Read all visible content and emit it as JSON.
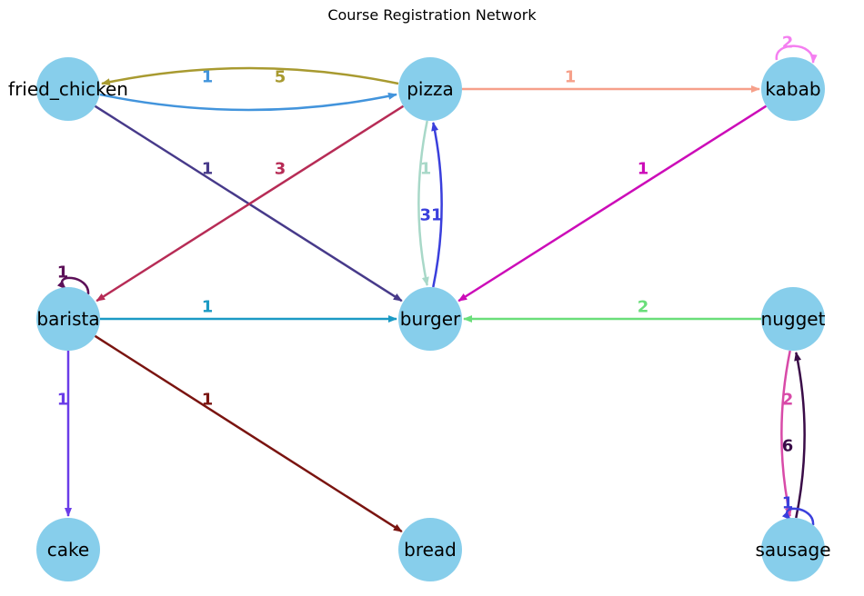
{
  "title": "Course Registration Network",
  "node_color": "#87ceeb",
  "nodes": [
    {
      "id": "fried_chicken",
      "label": "fried_chicken"
    },
    {
      "id": "pizza",
      "label": "pizza"
    },
    {
      "id": "kabab",
      "label": "kabab"
    },
    {
      "id": "barista",
      "label": "barista"
    },
    {
      "id": "burger",
      "label": "burger"
    },
    {
      "id": "nugget",
      "label": "nugget"
    },
    {
      "id": "cake",
      "label": "cake"
    },
    {
      "id": "bread",
      "label": "bread"
    },
    {
      "id": "sausage",
      "label": "sausage"
    }
  ],
  "edges": [
    {
      "source": "pizza",
      "target": "fried_chicken",
      "weight": "5",
      "color": "#a89a30"
    },
    {
      "source": "fried_chicken",
      "target": "pizza",
      "weight": "1",
      "color": "#4294dc"
    },
    {
      "source": "pizza",
      "target": "kabab",
      "weight": "1",
      "color": "#f6a08a"
    },
    {
      "source": "kabab",
      "target": "kabab",
      "weight": "2",
      "color": "#f47ff0"
    },
    {
      "source": "fried_chicken",
      "target": "burger",
      "weight": "1",
      "color": "#473a8a"
    },
    {
      "source": "pizza",
      "target": "barista",
      "weight": "3",
      "color": "#b72c56"
    },
    {
      "source": "pizza",
      "target": "burger",
      "weight": "1",
      "color": "#a8d8c8"
    },
    {
      "source": "burger",
      "target": "pizza",
      "weight": "31",
      "color": "#3a3fdc"
    },
    {
      "source": "kabab",
      "target": "burger",
      "weight": "1",
      "color": "#cc0cb8"
    },
    {
      "source": "barista",
      "target": "barista",
      "weight": "1",
      "color": "#5c1058"
    },
    {
      "source": "barista",
      "target": "burger",
      "weight": "1",
      "color": "#1b9ac4"
    },
    {
      "source": "nugget",
      "target": "burger",
      "weight": "2",
      "color": "#6ade7a"
    },
    {
      "source": "barista",
      "target": "cake",
      "weight": "1",
      "color": "#6a3ce8"
    },
    {
      "source": "barista",
      "target": "bread",
      "weight": "1",
      "color": "#7a1410"
    },
    {
      "source": "nugget",
      "target": "sausage",
      "weight": "2",
      "color": "#d84aa8"
    },
    {
      "source": "sausage",
      "target": "nugget",
      "weight": "6",
      "color": "#3a0c48"
    },
    {
      "source": "sausage",
      "target": "sausage",
      "weight": "1",
      "color": "#3a3fdc"
    }
  ]
}
